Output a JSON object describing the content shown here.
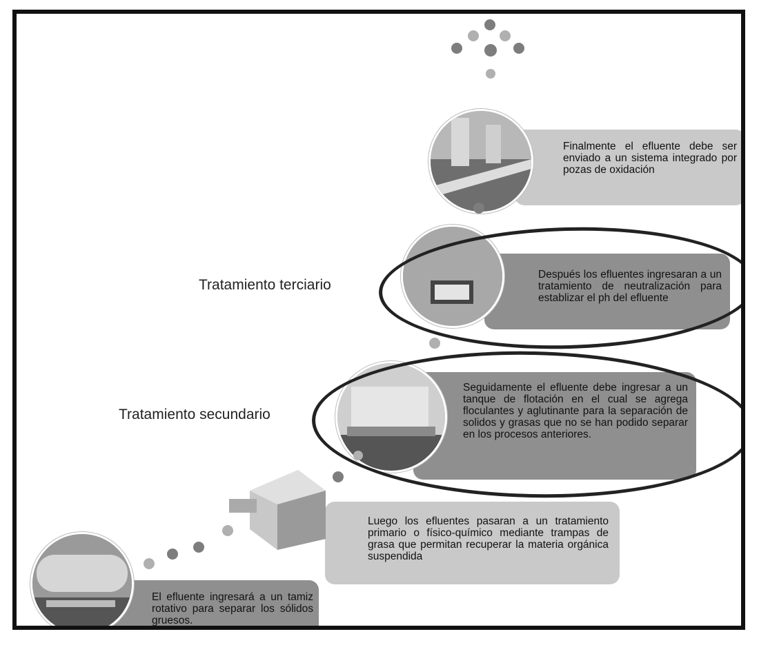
{
  "steps": {
    "tamiz": "El efluente ingresará a un tamiz rotativo para separar los sólidos gruesos.",
    "primario": "Luego los efluentes pasaran a un tratamiento primario o físico-químico mediante trampas de grasa que permitan recuperar la materia orgánica suspendida",
    "secundario": "Seguidamente el efluente debe ingresar a un tanque de flotación en el cual se agrega floculantes y aglutinante para la separación de solidos y grasas que no se han podido separar en los procesos anteriores.",
    "terciario": "Después los efluentes ingresaran a un tratamiento de neutralización para establizar el ph del efluente",
    "final": "Finalmente el efluente debe ser enviado a un sistema integrado por pozas de oxidación"
  },
  "labels": {
    "terciario": "Tratamiento terciario",
    "secundario": "Tratamiento secundario"
  },
  "colors": {
    "box_light": "#c9c9c9",
    "box_dark": "#8f8f8f",
    "dot": "#7d7d7d",
    "ellipse": "#222222"
  }
}
